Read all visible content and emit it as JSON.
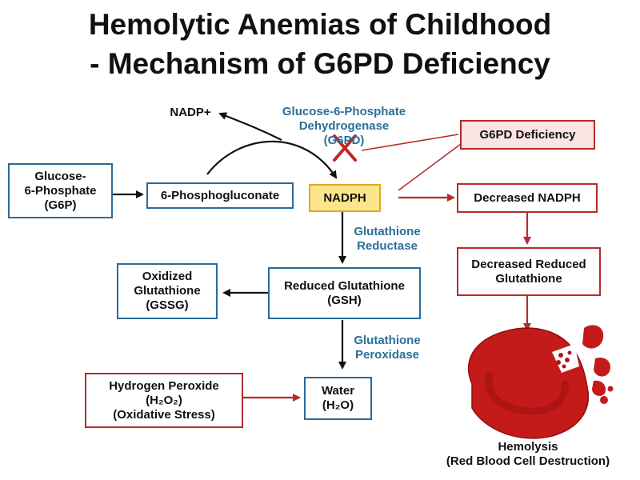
{
  "title": {
    "line1": "Hemolytic Anemias of Childhood",
    "line2": "- Mechanism of G6PD Deficiency"
  },
  "nodes": {
    "g6p": "Glucose-\n6-Phosphate\n(G6P)",
    "phosphogluconate": "6-Phosphogluconate",
    "nadph": "NADPH",
    "reduced_gsh": "Reduced Glutathione\n(GSH)",
    "oxidized_gssg": "Oxidized\nGlutathione\n(GSSG)",
    "h2o2": "Hydrogen Peroxide\n(H₂O₂)\n(Oxidative Stress)",
    "water": "Water\n(H₂O)",
    "g6pd_deficiency": "G6PD Deficiency",
    "decreased_nadph": "Decreased NADPH",
    "decreased_gsh": "Decreased Reduced\nGlutathione"
  },
  "labels": {
    "nadp_plus": "NADP+",
    "enzyme_g6pd": "Glucose-6-Phosphate\nDehydrogenase\n(G6PD)",
    "glutathione_reductase": "Glutathione\nReductase",
    "glutathione_peroxidase": "Glutathione\nPeroxidase",
    "hemolysis": "Hemolysis\n(Red Blood Cell Destruction)"
  },
  "colors": {
    "blue_border": "#2b6a98",
    "red_border": "#b52b2b",
    "nadph_fill": "#fce58a",
    "nadph_border": "#e0a92a",
    "deficiency_fill": "#fbe4e4",
    "enzyme_text": "#2a6f97",
    "red_cell": "#c41a1a"
  },
  "icons": {
    "block": "red-x-icon",
    "cell": "red-blood-cell-icon"
  }
}
